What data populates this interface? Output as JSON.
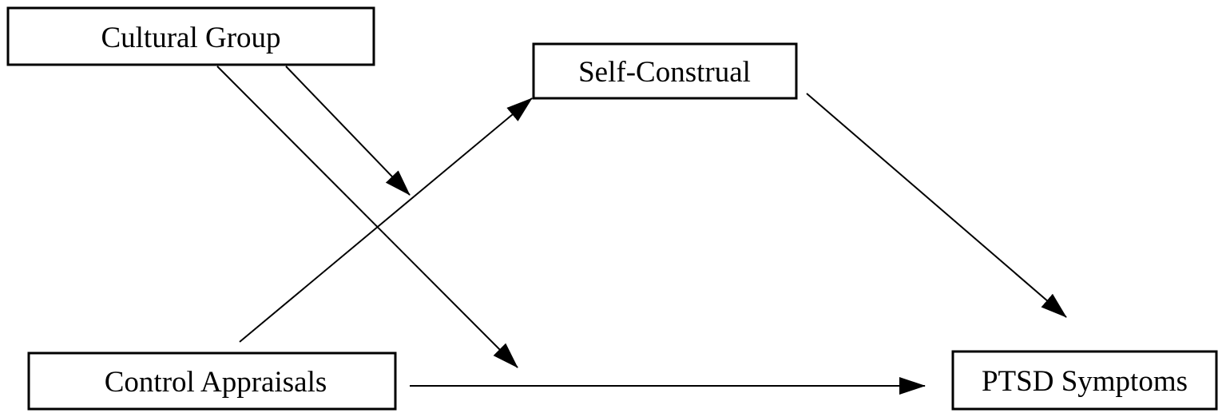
{
  "diagram": {
    "type": "path-model",
    "nodes": [
      {
        "id": "cultural-group",
        "label": "Cultural Group"
      },
      {
        "id": "self-construal",
        "label": "Self-Construal"
      },
      {
        "id": "control-appraisals",
        "label": "Control Appraisals"
      },
      {
        "id": "ptsd-symptoms",
        "label": "PTSD Symptoms"
      }
    ],
    "edges": [
      {
        "from": "cultural-group",
        "to": "control-appraisals-to-self-construal-path",
        "style": "solid-arrow"
      },
      {
        "from": "cultural-group",
        "to": "control-appraisals-to-ptsd-symptoms-path",
        "style": "solid-arrow"
      },
      {
        "from": "control-appraisals",
        "to": "self-construal",
        "style": "solid-arrow"
      },
      {
        "from": "self-construal",
        "to": "ptsd-symptoms",
        "style": "solid-arrow"
      },
      {
        "from": "control-appraisals",
        "to": "ptsd-symptoms",
        "style": "solid-arrow"
      }
    ],
    "colors": {
      "background": "#ffffff",
      "box_fill": "#ffffff",
      "box_border": "#000000",
      "line": "#000000",
      "text": "#000000"
    }
  }
}
